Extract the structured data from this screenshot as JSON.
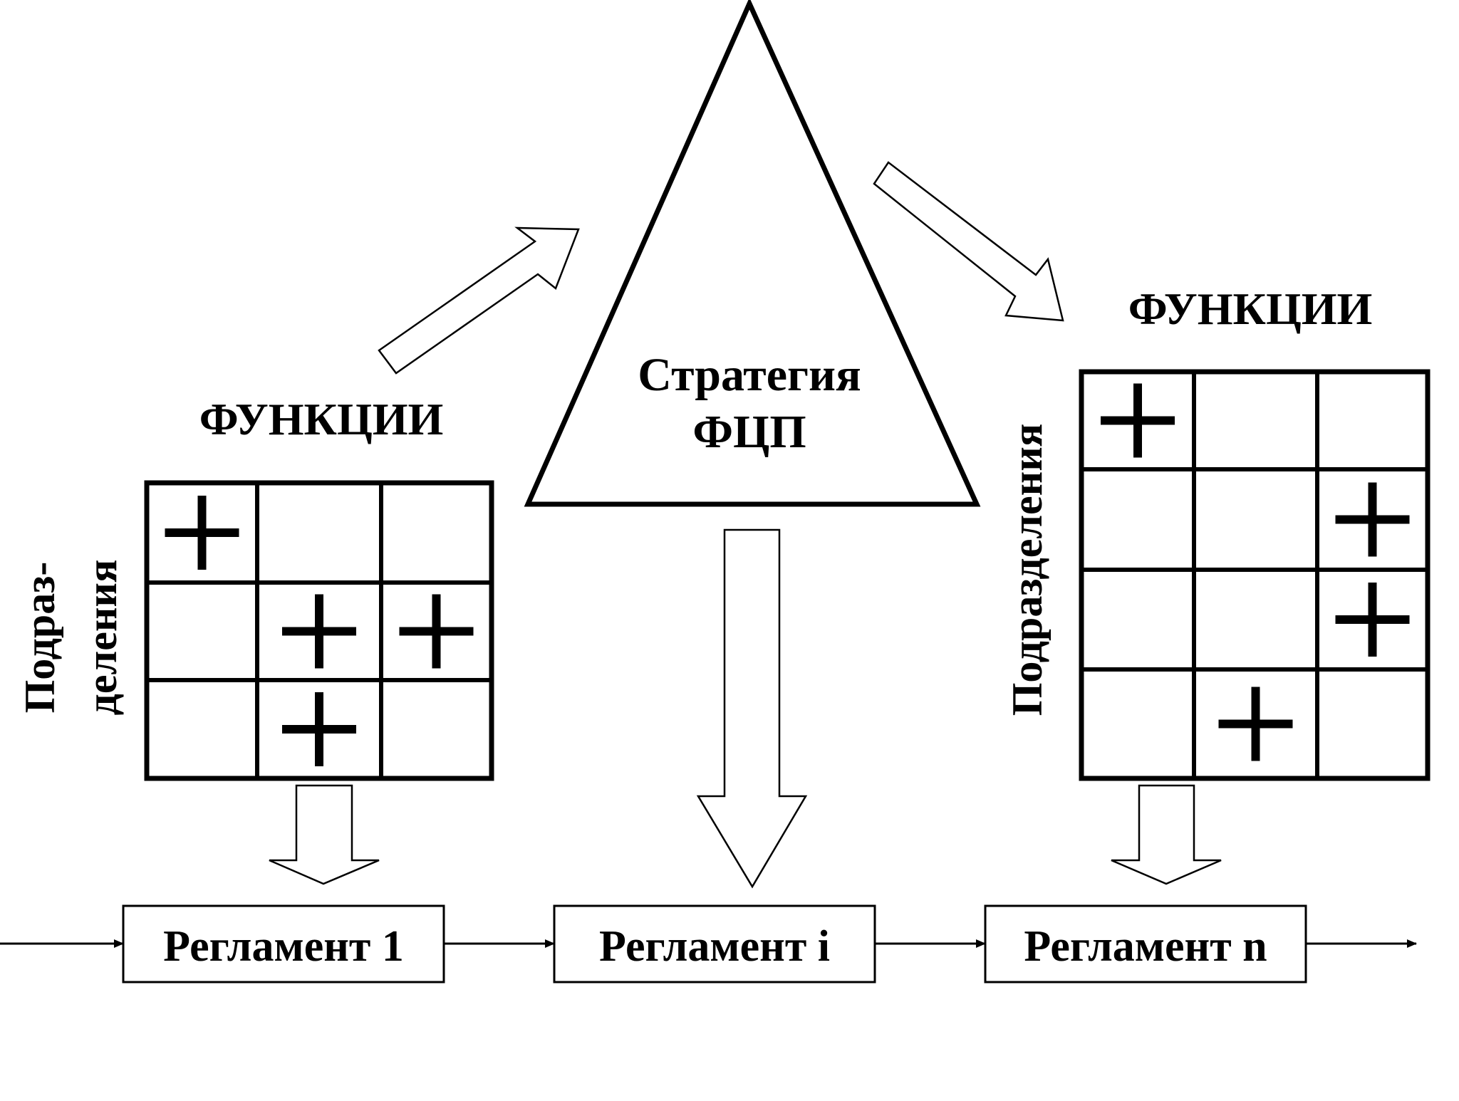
{
  "triangle": {
    "line1": "Стратегия",
    "line2": "ФЦП"
  },
  "left_matrix": {
    "title": "ФУНКЦИИ",
    "axis_label_line1": "Подраз-",
    "axis_label_line2": "деления",
    "marks": [
      [
        1,
        0,
        0
      ],
      [
        0,
        1,
        1
      ],
      [
        0,
        1,
        0
      ]
    ]
  },
  "right_matrix": {
    "title": "ФУНКЦИИ",
    "axis_label": "Подразделения",
    "marks": [
      [
        1,
        0,
        0
      ],
      [
        0,
        0,
        1
      ],
      [
        0,
        0,
        1
      ],
      [
        0,
        1,
        0
      ]
    ]
  },
  "regulations": [
    {
      "label": "Регламент 1"
    },
    {
      "label": "Регламент i"
    },
    {
      "label": "Регламент n"
    }
  ],
  "colors": {
    "stroke": "#000000",
    "background": "#ffffff"
  }
}
